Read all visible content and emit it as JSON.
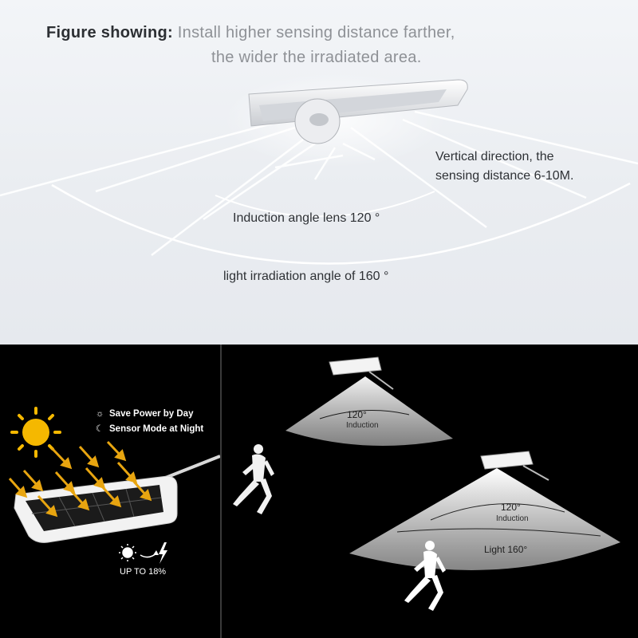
{
  "top_panel": {
    "title_bold": "Figure showing:",
    "title_rest_line1": " Install higher sensing distance farther,",
    "title_line2": "the wider the irradiated area.",
    "vertical_line1": "Vertical direction, the",
    "vertical_line2": "sensing distance 6-10M.",
    "induction_label": "Induction angle lens 120 °",
    "irradiation_label": "light irradiation angle of 160 °"
  },
  "solar_panel": {
    "feature_day": "Save Power by Day",
    "feature_night": "Sensor Mode at Night",
    "efficiency": "UP TO 18%",
    "icons": [
      "sun-icon",
      "moon-icon",
      "lightning-icon"
    ]
  },
  "sensor_panel": {
    "upper_angle": "120°",
    "upper_angle_caption": "Induction",
    "lower_angle": "120°",
    "lower_angle_caption": "Induction",
    "light_angle": "Light 160°"
  },
  "colors": {
    "sun": "#f5b800",
    "arrow": "#e8a510",
    "top_background": "#eceff3",
    "dark_background": "#000000"
  }
}
